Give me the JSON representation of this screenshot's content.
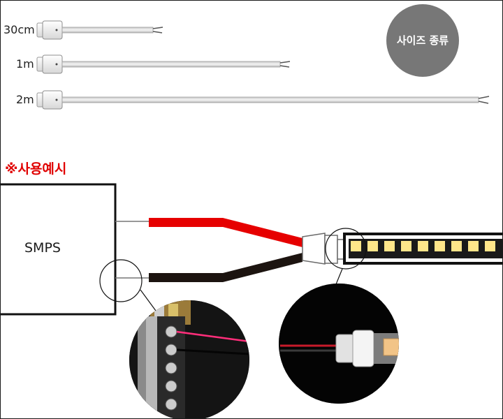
{
  "sizes": {
    "badge_label": "사이즈 종류",
    "items": [
      {
        "label": "30cm"
      },
      {
        "label": "1m"
      },
      {
        "label": "2m"
      }
    ]
  },
  "usage": {
    "title": "※사용예시",
    "power_label": "SMPS"
  },
  "colors": {
    "badge": "#777777",
    "positive_wire": "#e60000",
    "negative_wire": "#1c1410",
    "led": "#ffe68a",
    "section_title": "#e00000"
  },
  "icons": {
    "connector": "connector-icon",
    "zoom": "magnifier-circle-icon"
  }
}
